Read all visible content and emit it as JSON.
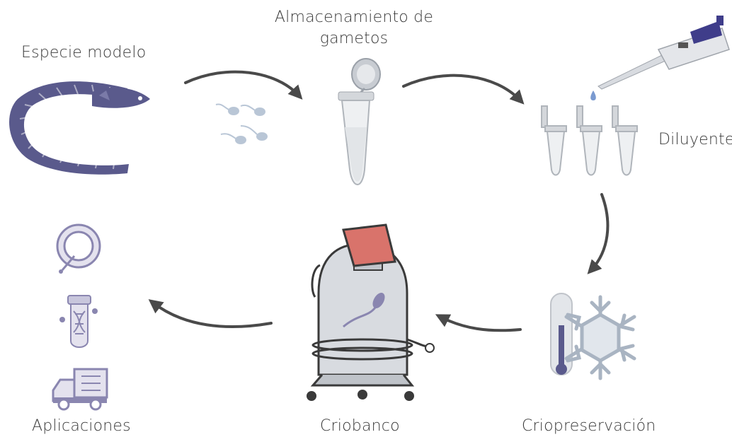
{
  "labels": {
    "especie_modelo": "Especie modelo",
    "almacenamiento": "Almacenamiento de gametos",
    "diluyente": "Diluyente",
    "criopreservacion": "Criopreservación",
    "criobanco": "Criobanco",
    "aplicaciones": "Aplicaciones"
  },
  "colors": {
    "eel": "#5a5a8c",
    "sperm": "#b9c6d6",
    "arrow": "#4a4a4a",
    "lid": "#d9736b",
    "tank": "#d8dbe0",
    "icon": "#8a86b0"
  },
  "icons": [
    "eel-icon",
    "sperm-icon",
    "tube-icon",
    "pipette-icon",
    "thermometer-icon",
    "snowflake-icon",
    "cryotank-icon",
    "ring-icon",
    "dna-tube-icon",
    "truck-icon"
  ]
}
